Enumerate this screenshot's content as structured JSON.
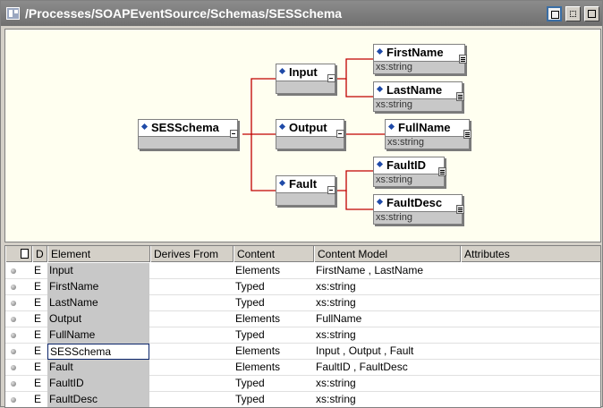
{
  "window": {
    "title": "/Processes/SOAPEventSource/Schemas/SESSchema",
    "icons": [
      "tree-view-icon",
      "window-mode-icon",
      "maximize-icon"
    ]
  },
  "diagram": {
    "root": {
      "name": "SESSchema"
    },
    "elements": [
      {
        "name": "Input"
      },
      {
        "name": "Output"
      },
      {
        "name": "Fault"
      }
    ],
    "leaves": [
      {
        "name": "FirstName",
        "type": "xs:string"
      },
      {
        "name": "LastName",
        "type": "xs:string"
      },
      {
        "name": "FullName",
        "type": "xs:string"
      },
      {
        "name": "FaultID",
        "type": "xs:string"
      },
      {
        "name": "FaultDesc",
        "type": "xs:string"
      }
    ],
    "line_color": "#c00000"
  },
  "grid": {
    "columns": [
      "D",
      "Element",
      "Derives From",
      "Content",
      "Content Model",
      "Attributes"
    ],
    "rows": [
      {
        "d": "E",
        "element": "Input",
        "derives": "",
        "content": "Elements",
        "model": "FirstName , LastName",
        "attrs": ""
      },
      {
        "d": "E",
        "element": "FirstName",
        "derives": "",
        "content": "Typed",
        "model": "xs:string",
        "attrs": ""
      },
      {
        "d": "E",
        "element": "LastName",
        "derives": "",
        "content": "Typed",
        "model": "xs:string",
        "attrs": ""
      },
      {
        "d": "E",
        "element": "Output",
        "derives": "",
        "content": "Elements",
        "model": "FullName",
        "attrs": ""
      },
      {
        "d": "E",
        "element": "FullName",
        "derives": "",
        "content": "Typed",
        "model": "xs:string",
        "attrs": ""
      },
      {
        "d": "E",
        "element": "SESSchema",
        "derives": "",
        "content": "Elements",
        "model": "Input , Output , Fault",
        "attrs": ""
      },
      {
        "d": "E",
        "element": "Fault",
        "derives": "",
        "content": "Elements",
        "model": "FaultID , FaultDesc",
        "attrs": ""
      },
      {
        "d": "E",
        "element": "FaultID",
        "derives": "",
        "content": "Typed",
        "model": "xs:string",
        "attrs": ""
      },
      {
        "d": "E",
        "element": "FaultDesc",
        "derives": "",
        "content": "Typed",
        "model": "xs:string",
        "attrs": ""
      }
    ],
    "selected_row": "SESSchema"
  }
}
